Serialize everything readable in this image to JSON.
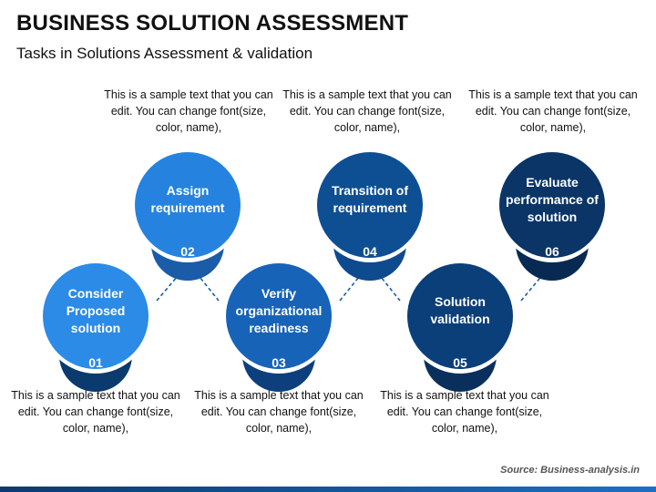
{
  "header": {
    "title": "BUSINESS SOLUTION ASSESSMENT",
    "subtitle": "Tasks in Solutions Assessment & validation"
  },
  "colors": {
    "node1": "#2b8be6",
    "node2": "#2583df",
    "node3": "#1763b8",
    "node4": "#0e4f93",
    "node5": "#0b3f7a",
    "node6": "#0a3566",
    "connector": "#1b5ea8"
  },
  "nodes": [
    {
      "number": "01",
      "label": "Consider Proposed solution",
      "description": "This is a sample text that you can edit. You can change font(size, color, name),"
    },
    {
      "number": "02",
      "label": "Assign requirement",
      "description": "This is a sample text that you can edit. You can change font(size, color, name),"
    },
    {
      "number": "03",
      "label": "Verify organizational readiness",
      "description": "This is a sample text that you can edit. You can change font(size, color, name),"
    },
    {
      "number": "04",
      "label": "Transition of requirement",
      "description": "This is a sample text that you can edit. You can change font(size, color, name),"
    },
    {
      "number": "05",
      "label": "Solution validation",
      "description": "This is a sample text that you can edit. You can change font(size, color, name),"
    },
    {
      "number": "06",
      "label": "Evaluate performance of solution",
      "description": "This is a sample text that you can edit. You can change font(size, color, name),"
    }
  ],
  "footer": {
    "source": "Source: Business-analysis.in"
  }
}
